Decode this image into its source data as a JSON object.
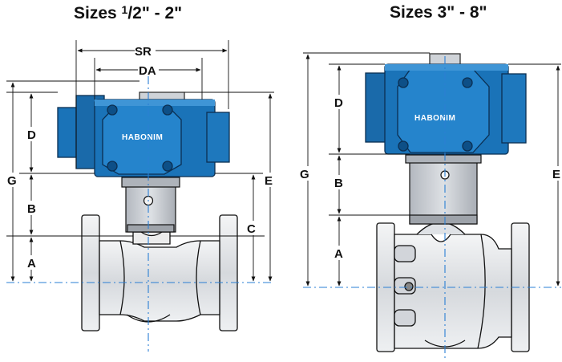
{
  "titles": {
    "left": {
      "prefix": "Sizes ",
      "sup": "1",
      "suffix": "/2\" - 2\""
    },
    "right": "Sizes 3\" - 8\""
  },
  "dimensions": {
    "sr": "SR",
    "da": "DA",
    "g": "G",
    "d": "D",
    "b": "B",
    "a": "A",
    "c": "C",
    "e": "E"
  },
  "logo": "HABONIM",
  "colors": {
    "actuator": "#1a73b8",
    "actuator_dark": "#0d4f87",
    "actuator_light": "#3f95d6",
    "bracket": "#c6cbd1",
    "valve_body": "#e4e6e9",
    "outline": "#111111",
    "centerline": "#2a7fd4"
  }
}
